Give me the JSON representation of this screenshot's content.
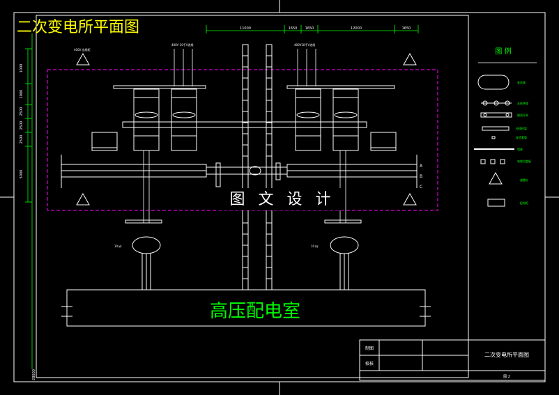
{
  "drawing": {
    "title": "二次变电所平面图",
    "watermark": "图 文 设 计",
    "room_label": "高压配电室",
    "top_dims": [
      "11000",
      "1650",
      "1650",
      "12000",
      "1650"
    ],
    "left_dims": [
      "1000",
      "1000",
      "2500",
      "2500",
      "2500",
      "5000"
    ],
    "bottom_dim": "28000",
    "busbar_labels": [
      "A",
      "B",
      "C"
    ],
    "transformer_labels": [
      "10 ㎸",
      "10 ㎸"
    ],
    "line_labels": [
      "400V 出线柜",
      "400V 10千V进线",
      "400V10千V进线"
    ]
  },
  "legend": {
    "title": "图  例",
    "items": [
      {
        "icon": "transformer-symbol",
        "label": "变压器"
      },
      {
        "icon": "insulator-string",
        "label": "支柱绝缘"
      },
      {
        "icon": "disconnector",
        "label": "隔离开关"
      },
      {
        "icon": "busbar",
        "label": "母线桥架"
      },
      {
        "icon": "small-box",
        "label": "穿墙套管"
      },
      {
        "icon": "wall",
        "label": "墙体"
      },
      {
        "icon": "squares",
        "label": "电缆沟盖板"
      },
      {
        "icon": "triangle",
        "label": "避雷针"
      },
      {
        "icon": "rectangle",
        "label": "配电柜"
      }
    ]
  },
  "title_block": {
    "rows": [
      "制图",
      "校核"
    ],
    "drawing_name": "二次变电所平面图",
    "sheet": "图 2"
  }
}
